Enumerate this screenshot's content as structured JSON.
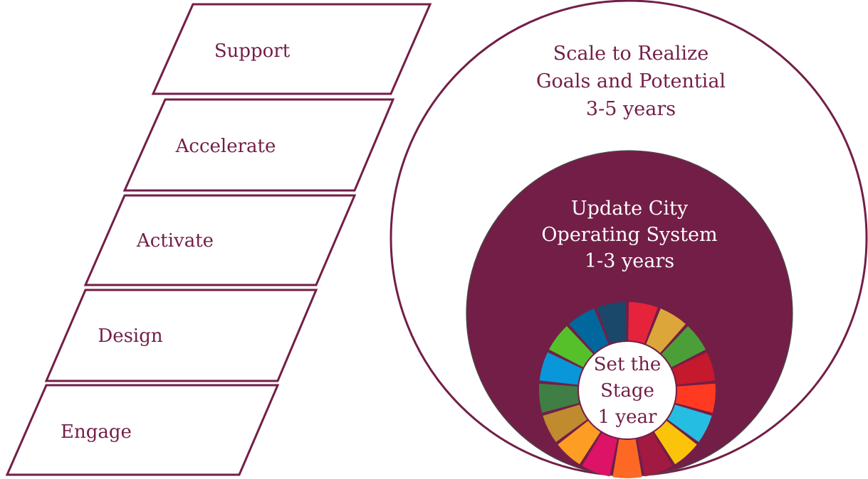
{
  "stages": [
    {
      "label": "Support"
    },
    {
      "label": "Accelerate"
    },
    {
      "label": "Activate"
    },
    {
      "label": "Design"
    },
    {
      "label": "Engage"
    }
  ],
  "rings": {
    "outer": {
      "lines": [
        "Scale to Realize",
        "Goals and Potential",
        "3-5 years"
      ]
    },
    "middle": {
      "lines": [
        "Update City",
        "Operating System",
        "1-3 years"
      ]
    },
    "inner": {
      "lines": [
        "Set the",
        "Stage",
        "1 year"
      ]
    }
  },
  "colors": {
    "brand": "#731e47",
    "sdg_wheel": [
      "#e5243b",
      "#dda63a",
      "#4c9f38",
      "#c5192d",
      "#ff3a21",
      "#26bde2",
      "#fcc30b",
      "#a21942",
      "#fd6925",
      "#dd1367",
      "#fd9d24",
      "#bf8b2e",
      "#3f7e44",
      "#0a97d9",
      "#56c02b",
      "#00689d",
      "#19486a"
    ]
  }
}
